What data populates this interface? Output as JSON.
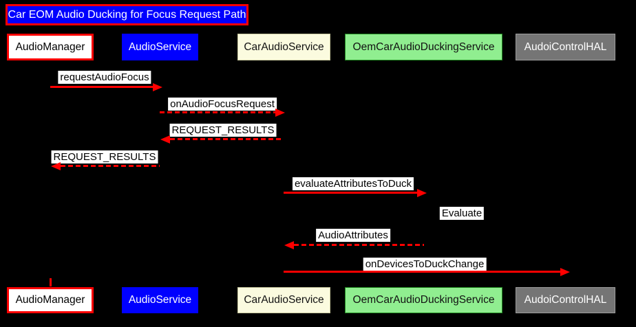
{
  "title": "Car EOM Audio Ducking for Focus Request Path",
  "actors": [
    {
      "id": "audio-manager",
      "label": "AudioManager",
      "fill": "#ffffff",
      "border": "#ff0000",
      "text": "#000000"
    },
    {
      "id": "audio-service",
      "label": "AudioService",
      "fill": "#0000ff",
      "border": "#0000ff",
      "text": "#ffffff"
    },
    {
      "id": "car-audio-service",
      "label": "CarAudioService",
      "fill": "#fbfbdf",
      "border": "#c9c99f",
      "text": "#111111"
    },
    {
      "id": "oem-car-audio-ducking-service",
      "label": "OemCarAudioDuckingService",
      "fill": "#90ee90",
      "border": "#228b22",
      "text": "#111111"
    },
    {
      "id": "audio-control-hal",
      "label": "AudoiControlHAL",
      "fill": "#757575",
      "border": "#9e9e9e",
      "text": "#ffffff"
    }
  ],
  "messages": [
    {
      "label": "requestAudioFocus",
      "from": "AudioManager",
      "to": "AudioService",
      "line": "solid",
      "direction": "right"
    },
    {
      "label": "onAudioFocusRequest",
      "from": "AudioService",
      "to": "CarAudioService",
      "line": "dashed",
      "direction": "right"
    },
    {
      "label": "REQUEST_RESULTS",
      "from": "CarAudioService",
      "to": "AudioService",
      "line": "dashed",
      "direction": "left"
    },
    {
      "label": "REQUEST_RESULTS",
      "from": "AudioService",
      "to": "AudioManager",
      "line": "dashed",
      "direction": "left"
    },
    {
      "label": "evaluateAttributesToDuck",
      "from": "CarAudioService",
      "to": "OemCarAudioDuckingService",
      "line": "solid",
      "direction": "right"
    },
    {
      "label": "Evaluate",
      "from": "OemCarAudioDuckingService",
      "to": "OemCarAudioDuckingService",
      "line": "none",
      "direction": "self"
    },
    {
      "label": "AudioAttributes",
      "from": "OemCarAudioDuckingService",
      "to": "CarAudioService",
      "line": "dashed",
      "direction": "left"
    },
    {
      "label": "onDevicesToDuckChange",
      "from": "CarAudioService",
      "to": "AudoiControlHAL",
      "line": "solid",
      "direction": "right"
    }
  ],
  "colors": {
    "background": "#000000",
    "arrow": "#ff0000",
    "title_bg": "#0000ff",
    "title_border": "#ff0000",
    "title_text": "#ffffff",
    "label_bg": "#ffffff",
    "label_text": "#000000"
  }
}
